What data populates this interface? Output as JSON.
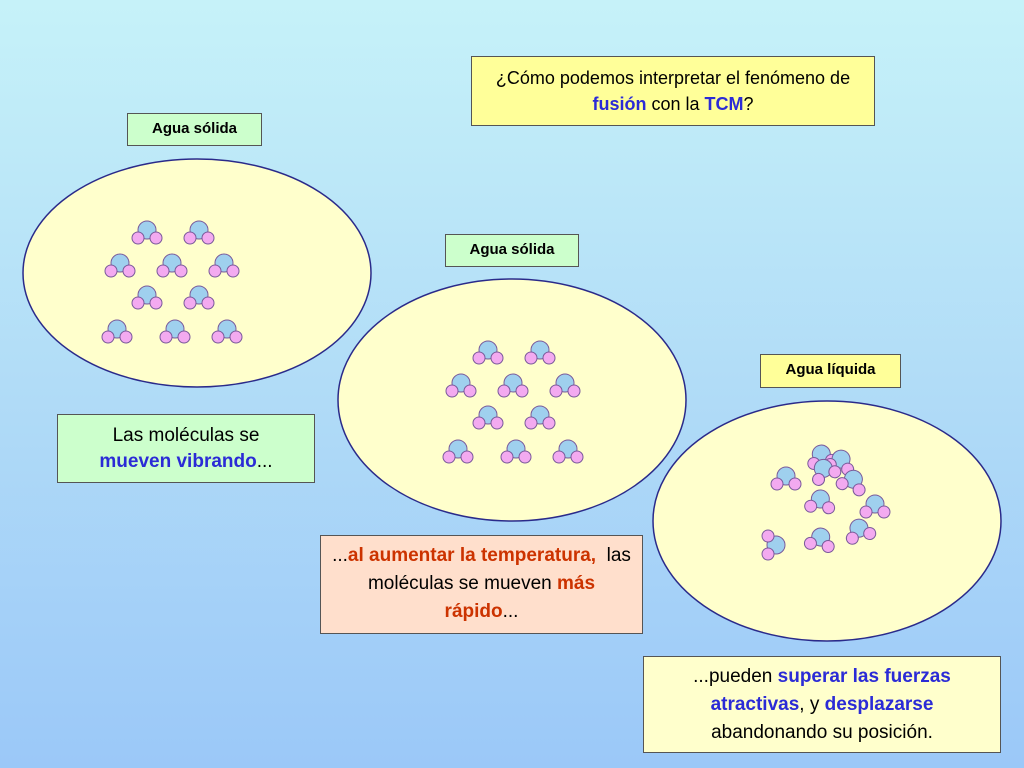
{
  "question": {
    "part1": "¿Cómo podemos interpretar el fenómeno de ",
    "fusion": "fusión",
    "part2": " con la ",
    "tcm": "TCM",
    "part3": "?"
  },
  "stages": [
    {
      "label": "Agua sólida",
      "state": "solid"
    },
    {
      "label": "Agua sólida",
      "state": "solid"
    },
    {
      "label": "Agua líquida",
      "state": "liquid"
    }
  ],
  "captions": {
    "c1": {
      "text1": "Las moléculas se ",
      "emph": "mueven vibrando",
      "text2": "..."
    },
    "c2": {
      "lead": "...",
      "emph1": "al aumentar la temperatura,",
      "text1": "  las moléculas se mueven ",
      "emph2": "más rápido",
      "text2": "..."
    },
    "c3": {
      "text1": "...pueden ",
      "emph1": "superar las fuerzas atractivas",
      "text2": ", y ",
      "emph2": "desplazarse",
      "text3": " abandonando su posición."
    }
  },
  "colors": {
    "background_top": "#c6f2f9",
    "background_bottom": "#9bc8f8",
    "ellipse_fill": "#ffffcc",
    "ellipse_stroke": "#2a2a8a",
    "oxygen": "#9fd0ee",
    "hydrogen": "#f3aaf0",
    "label_solid_bg": "#ccffcc",
    "label_liquid_bg": "#ffff99",
    "caption_orange_bg": "#ffdfcc",
    "emphasis_blue": "#2b2bd6",
    "emphasis_red": "#cc3300"
  }
}
